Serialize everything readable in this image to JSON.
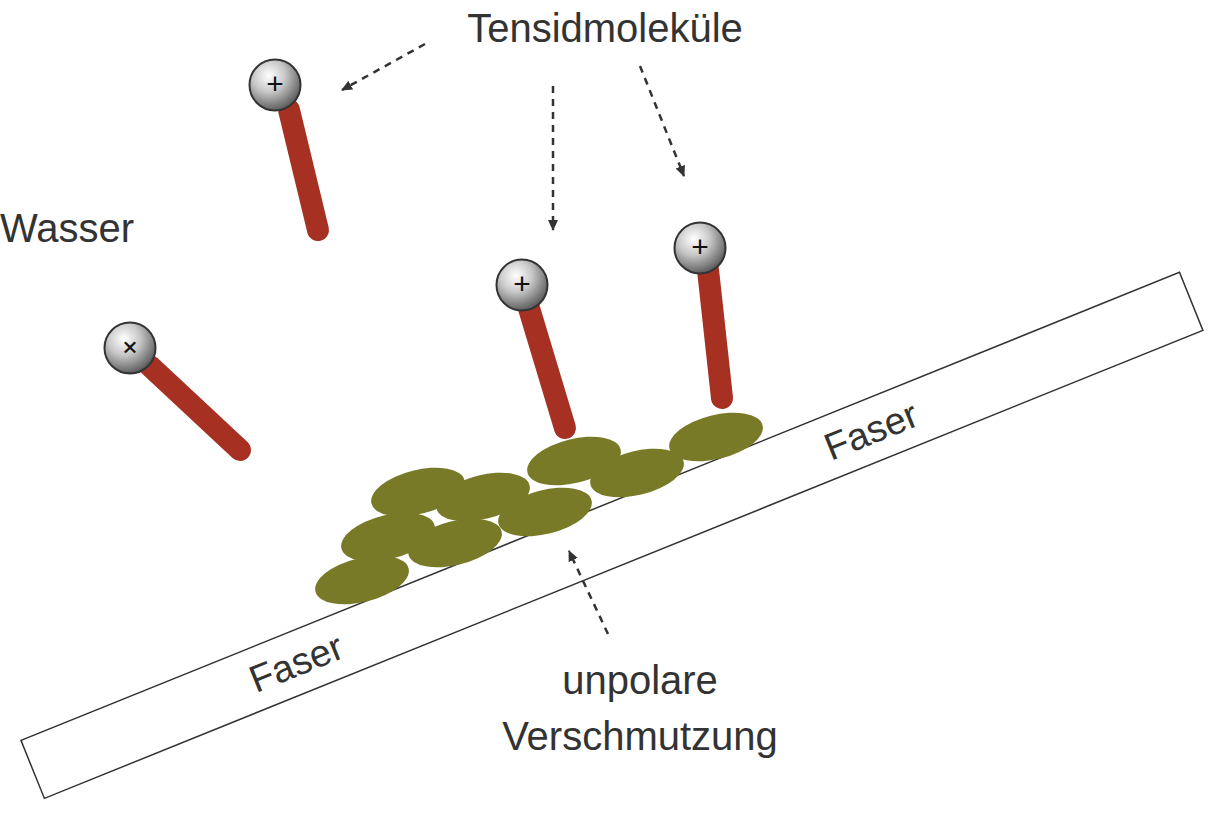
{
  "diagram": {
    "nodes": [
      {
        "text": [
          "+"
        ]
      },
      {
        "text": [
          "+"
        ]
      },
      {
        "text": [
          "+"
        ]
      },
      {
        "text": [
          "+"
        ]
      },
      {
        "text": [
          "Faser",
          "Faser"
        ]
      }
    ],
    "labels": [
      "Tensidmoleküle",
      "Wasser",
      "unpolare Verschmutzung"
    ]
  }
}
